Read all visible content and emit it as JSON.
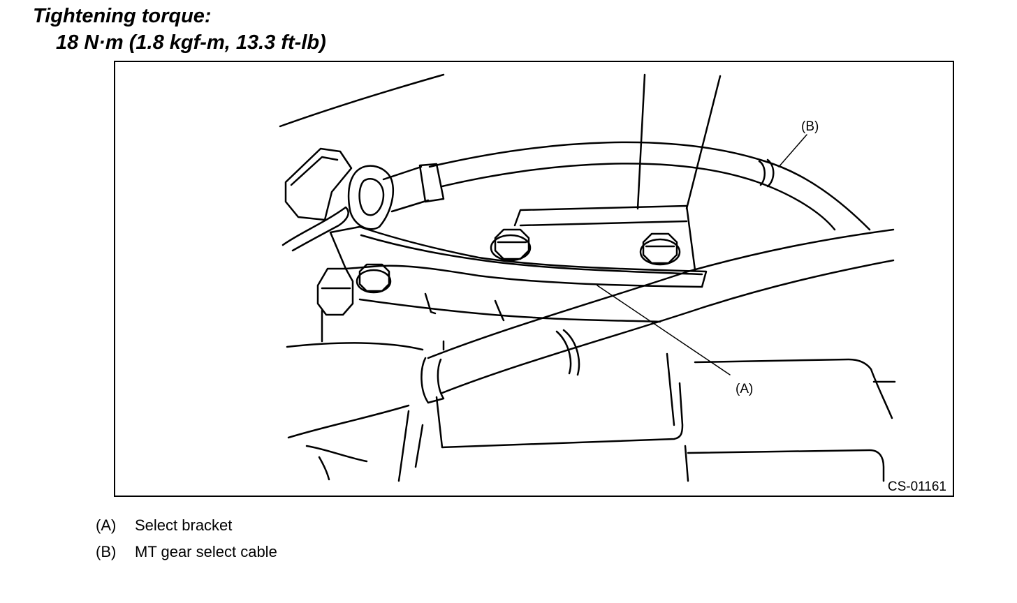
{
  "heading": {
    "title": "Tightening torque:",
    "value": "18 N·m (1.8 kgf-m, 13.3 ft-lb)"
  },
  "figure": {
    "callout_a": "(A)",
    "callout_b": "(B)",
    "figure_id": "CS-01161"
  },
  "legend": [
    {
      "key": "(A)",
      "text": "Select bracket"
    },
    {
      "key": "(B)",
      "text": "MT gear select cable"
    }
  ]
}
